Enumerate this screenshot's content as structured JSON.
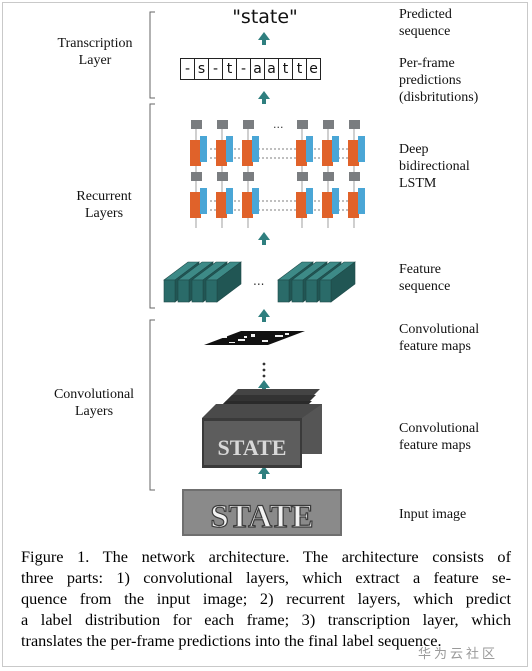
{
  "figure": {
    "output_text": "\"state\"",
    "frame_predictions": [
      "-",
      "s",
      "-",
      "t",
      "-",
      "a",
      "a",
      "t",
      "t",
      "e"
    ],
    "ellipsis": "...",
    "layers": [
      {
        "name": "Transcription\nLayer"
      },
      {
        "name": "Recurrent\nLayers"
      },
      {
        "name": "Convolutional\nLayers"
      }
    ],
    "right_labels": [
      "Predicted\nsequence",
      "Per-frame\npredictions\n(disbritutions)",
      "Deep\nbidirectional\nLSTM",
      "Feature\nsequence",
      "Convolutional\nfeature maps",
      "Convolutional\nfeature maps",
      "Input image"
    ],
    "image_text": "STATE",
    "colors": {
      "arrow": "#2f7f7f",
      "lstm_orange": "#e0622a",
      "lstm_blue": "#4aa6d6",
      "gray_node": "#7a7d80",
      "feature_teal": "#2a6b69"
    }
  },
  "caption": {
    "lines": [
      "Figure 1. The network architecture.  The architecture consists of",
      "three parts:  1) convolutional layers, which extract a feature se-",
      "quence from the input image; 2) recurrent layers, which predict",
      "a label distribution for each frame; 3) transcription layer, which",
      "translates the per-frame predictions into the final label sequence."
    ]
  },
  "watermark": "华为云社区"
}
